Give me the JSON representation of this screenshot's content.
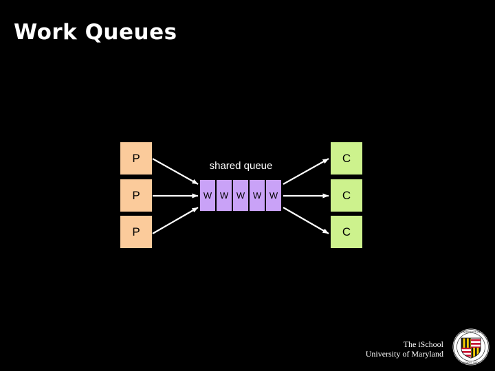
{
  "slide": {
    "title": "Work Queues",
    "background_color": "#000000",
    "title_color": "#ffffff"
  },
  "diagram": {
    "queue_label": "shared queue",
    "producer_color": "#fbcb9b",
    "consumer_color": "#cdf28d",
    "queue_cell_color": "#c9a2f7",
    "arrow_color": "#ffffff",
    "producers": [
      {
        "label": "P"
      },
      {
        "label": "P"
      },
      {
        "label": "P"
      }
    ],
    "queue_cells": [
      {
        "label": "W"
      },
      {
        "label": "W"
      },
      {
        "label": "W"
      },
      {
        "label": "W"
      },
      {
        "label": "W"
      }
    ],
    "consumers": [
      {
        "label": "C"
      },
      {
        "label": "C"
      },
      {
        "label": "C"
      }
    ]
  },
  "footer": {
    "line1": "The iSchool",
    "line2": "University of Maryland",
    "seal_name": "university-of-maryland-seal",
    "seal_colors": {
      "red": "#c8102e",
      "gold": "#ffd200",
      "black": "#1a1a1a",
      "white": "#ffffff"
    }
  }
}
